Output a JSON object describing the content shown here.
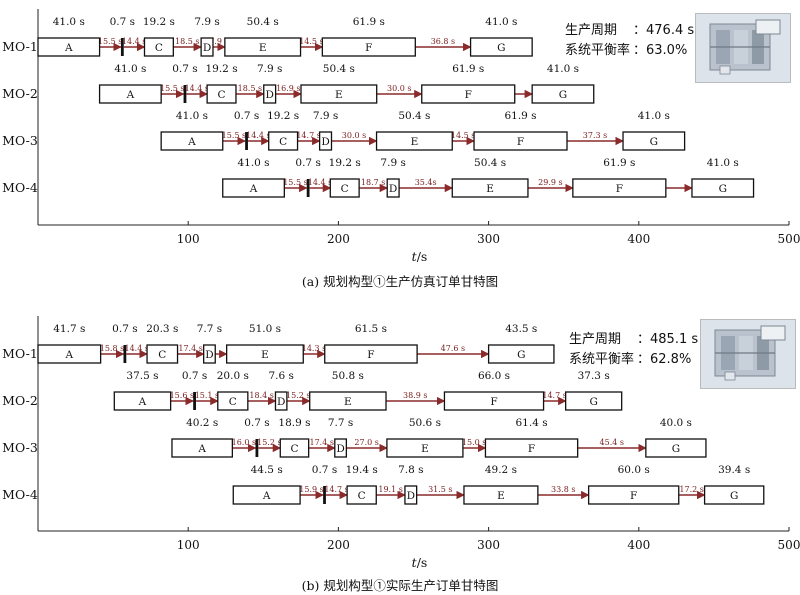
{
  "colors": {
    "text": "#111111",
    "interval": "#7a1e1e",
    "arrow": "#8b2a2a",
    "axis": "#222222"
  },
  "chart_data": [
    {
      "type": "gantt",
      "xlabel": "t/s",
      "xlim": [
        0,
        500
      ],
      "xticks": [
        100,
        200,
        300,
        400,
        500
      ],
      "caption": "(a) 规划构型①生产仿真订单甘特图",
      "stats": [
        {
          "label": "生产周期",
          "value": "：476.4 s"
        },
        {
          "label": "系统平衡率",
          "value": "：63.0%"
        }
      ],
      "orders": [
        {
          "name": "MO-1",
          "tasks": [
            {
              "name": "A",
              "start": 0,
              "end": 41.0,
              "dur": "41.0 s"
            },
            {
              "name": "",
              "start": 55.8,
              "end": 56.5,
              "dur": "0.7 s",
              "marker": true
            },
            {
              "name": "C",
              "start": 70.9,
              "end": 90.1,
              "dur": "19.2 s"
            },
            {
              "name": "D",
              "start": 108.6,
              "end": 116.5,
              "dur": "7.9 s"
            },
            {
              "name": "E",
              "start": 124.4,
              "end": 174.8,
              "dur": "50.4 s"
            },
            {
              "name": "F",
              "start": 189.3,
              "end": 251.2,
              "dur": "61.9 s"
            },
            {
              "name": "G",
              "start": 288.0,
              "end": 329.0,
              "dur": "41.0 s"
            }
          ],
          "gaps": [
            "15.5 s",
            "14.4 s",
            "18.5 s",
            "7.9 s",
            "14.5 s",
            "36.8 s"
          ]
        },
        {
          "name": "MO-2",
          "tasks": [
            {
              "name": "A",
              "start": 41.0,
              "end": 82.0,
              "dur": "41.0 s"
            },
            {
              "name": "",
              "start": 97.5,
              "end": 98.2,
              "dur": "0.7 s",
              "marker": true
            },
            {
              "name": "C",
              "start": 112.6,
              "end": 131.8,
              "dur": "19.2 s"
            },
            {
              "name": "D",
              "start": 150.3,
              "end": 158.2,
              "dur": "7.9 s"
            },
            {
              "name": "E",
              "start": 175.1,
              "end": 225.5,
              "dur": "50.4 s"
            },
            {
              "name": "F",
              "start": 255.5,
              "end": 317.4,
              "dur": "61.9 s"
            },
            {
              "name": "G",
              "start": 329.0,
              "end": 370.0,
              "dur": "41.0 s"
            }
          ],
          "gaps": [
            "15.5 s",
            "14.4 s",
            "18.5 s",
            "16.9 s",
            "30.0 s",
            ""
          ]
        },
        {
          "name": "MO-3",
          "tasks": [
            {
              "name": "A",
              "start": 82.0,
              "end": 123.0,
              "dur": "41.0 s"
            },
            {
              "name": "",
              "start": 138.5,
              "end": 139.2,
              "dur": "0.7 s",
              "marker": true
            },
            {
              "name": "C",
              "start": 153.6,
              "end": 172.8,
              "dur": "19.2 s"
            },
            {
              "name": "D",
              "start": 187.5,
              "end": 195.4,
              "dur": "7.9 s"
            },
            {
              "name": "E",
              "start": 225.4,
              "end": 275.8,
              "dur": "50.4 s"
            },
            {
              "name": "F",
              "start": 290.3,
              "end": 352.2,
              "dur": "61.9 s"
            },
            {
              "name": "G",
              "start": 389.5,
              "end": 430.5,
              "dur": "41.0 s"
            }
          ],
          "gaps": [
            "15.5 s",
            "14.4 s",
            "14.7 s",
            "30.0 s",
            "14.5 s",
            "37.3 s"
          ]
        },
        {
          "name": "MO-4",
          "tasks": [
            {
              "name": "A",
              "start": 123.0,
              "end": 164.0,
              "dur": "41.0 s"
            },
            {
              "name": "",
              "start": 179.5,
              "end": 180.2,
              "dur": "0.7 s",
              "marker": true
            },
            {
              "name": "C",
              "start": 194.6,
              "end": 213.8,
              "dur": "19.2 s"
            },
            {
              "name": "D",
              "start": 232.5,
              "end": 240.4,
              "dur": "7.9 s"
            },
            {
              "name": "E",
              "start": 275.8,
              "end": 326.2,
              "dur": "50.4 s"
            },
            {
              "name": "F",
              "start": 356.1,
              "end": 418.0,
              "dur": "61.9 s"
            },
            {
              "name": "G",
              "start": 435.4,
              "end": 476.4,
              "dur": "41.0 s"
            }
          ],
          "gaps": [
            "15.5 s",
            "14.4 s",
            "18.7 s",
            "35.4s",
            "29.9 s",
            ""
          ]
        }
      ]
    },
    {
      "type": "gantt",
      "xlabel": "t/s",
      "xlim": [
        0,
        500
      ],
      "xticks": [
        100,
        200,
        300,
        400,
        500
      ],
      "caption": "(b) 规划构型①实际生产订单甘特图",
      "stats": [
        {
          "label": "生产周期",
          "value": "：485.1 s"
        },
        {
          "label": "系统平衡率",
          "value": "：62.8%"
        }
      ],
      "orders": [
        {
          "name": "MO-1",
          "tasks": [
            {
              "name": "A",
              "start": 0,
              "end": 41.7,
              "dur": "41.7 s"
            },
            {
              "name": "",
              "start": 57.5,
              "end": 58.2,
              "dur": "0.7 s",
              "marker": true
            },
            {
              "name": "C",
              "start": 72.6,
              "end": 92.9,
              "dur": "20.3 s"
            },
            {
              "name": "D",
              "start": 110.3,
              "end": 118.0,
              "dur": "7.7 s"
            },
            {
              "name": "E",
              "start": 125.6,
              "end": 176.6,
              "dur": "51.0 s"
            },
            {
              "name": "F",
              "start": 190.9,
              "end": 252.4,
              "dur": "61.5 s"
            },
            {
              "name": "G",
              "start": 300.0,
              "end": 343.5,
              "dur": "43.5 s"
            }
          ],
          "gaps": [
            "15.8 s",
            "14.4 s",
            "17.4 s",
            "",
            "14.3 s",
            "47.6 s"
          ]
        },
        {
          "name": "MO-2",
          "tasks": [
            {
              "name": "A",
              "start": 50.8,
              "end": 88.3,
              "dur": "37.5 s"
            },
            {
              "name": "",
              "start": 103.9,
              "end": 104.6,
              "dur": "0.7 s",
              "marker": true
            },
            {
              "name": "C",
              "start": 119.7,
              "end": 139.7,
              "dur": "20.0 s"
            },
            {
              "name": "D",
              "start": 158.1,
              "end": 165.7,
              "dur": "7.6 s"
            },
            {
              "name": "E",
              "start": 180.9,
              "end": 231.7,
              "dur": "50.8 s"
            },
            {
              "name": "F",
              "start": 270.6,
              "end": 336.6,
              "dur": "66.0 s"
            },
            {
              "name": "G",
              "start": 351.3,
              "end": 388.6,
              "dur": "37.3 s"
            }
          ],
          "gaps": [
            "15.6 s",
            "15.1 s",
            "18.4 s",
            "15.2 s",
            "38.9 s",
            "14.7 s"
          ]
        },
        {
          "name": "MO-3",
          "tasks": [
            {
              "name": "A",
              "start": 89.2,
              "end": 129.4,
              "dur": "40.2 s"
            },
            {
              "name": "",
              "start": 145.4,
              "end": 146.1,
              "dur": "0.7 s",
              "marker": true
            },
            {
              "name": "C",
              "start": 161.3,
              "end": 180.2,
              "dur": "18.9 s"
            },
            {
              "name": "D",
              "start": 197.6,
              "end": 205.3,
              "dur": "7.7 s"
            },
            {
              "name": "E",
              "start": 232.3,
              "end": 282.9,
              "dur": "50.6 s"
            },
            {
              "name": "F",
              "start": 297.9,
              "end": 359.3,
              "dur": "61.4 s"
            },
            {
              "name": "G",
              "start": 404.7,
              "end": 444.7,
              "dur": "40.0 s"
            }
          ],
          "gaps": [
            "16.0 s",
            "15.2 s",
            "17.4 s",
            "27.0 s",
            "15.0 s",
            "45.4 s"
          ]
        },
        {
          "name": "MO-4",
          "tasks": [
            {
              "name": "A",
              "start": 130.0,
              "end": 174.5,
              "dur": "44.5 s"
            },
            {
              "name": "",
              "start": 190.4,
              "end": 191.1,
              "dur": "0.7 s",
              "marker": true
            },
            {
              "name": "C",
              "start": 205.8,
              "end": 225.2,
              "dur": "19.4 s"
            },
            {
              "name": "D",
              "start": 244.3,
              "end": 252.1,
              "dur": "7.8 s"
            },
            {
              "name": "E",
              "start": 283.6,
              "end": 332.8,
              "dur": "49.2 s"
            },
            {
              "name": "F",
              "start": 366.6,
              "end": 426.6,
              "dur": "60.0 s"
            },
            {
              "name": "G",
              "start": 443.8,
              "end": 483.2,
              "dur": "39.4 s"
            }
          ],
          "gaps": [
            "15.9 s",
            "14.7 s",
            "19.1 s",
            "31.5 s",
            "33.8 s",
            "17.2 s"
          ]
        }
      ]
    }
  ]
}
